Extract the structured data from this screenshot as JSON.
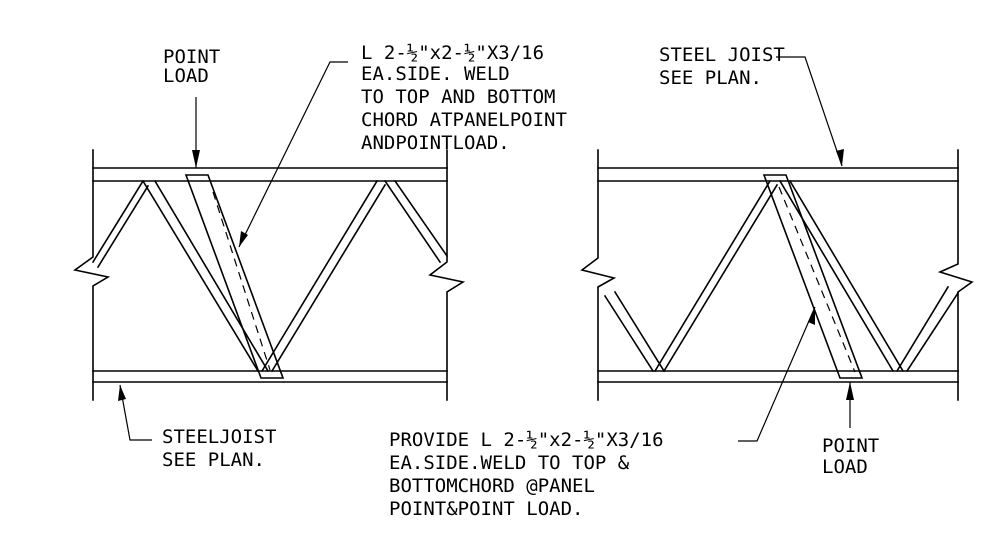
{
  "left_detail": {
    "point_load": [
      "POINT",
      "LOAD"
    ],
    "angle_note": [
      "L 2-½\"x2-½\"X3/16",
      "EA.SIDE.  WELD",
      "TO TOP AND BOTTOM",
      "CHORD ATPANELPOINT",
      "ANDPOINTLOAD."
    ],
    "joist_note": [
      "STEELJOIST",
      "SEE PLAN."
    ]
  },
  "right_detail": {
    "joist_note": [
      "STEEL JOIST",
      "SEE PLAN."
    ],
    "angle_note": [
      "PROVIDE L 2-½\"x2-½\"X3/16",
      "EA.SIDE.WELD TO TOP &",
      "BOTTOMCHORD @PANEL",
      "POINT&POINT LOAD."
    ],
    "point_load": [
      "POINT",
      "LOAD"
    ]
  },
  "colors": {
    "line": "#000000",
    "background": "#ffffff"
  }
}
